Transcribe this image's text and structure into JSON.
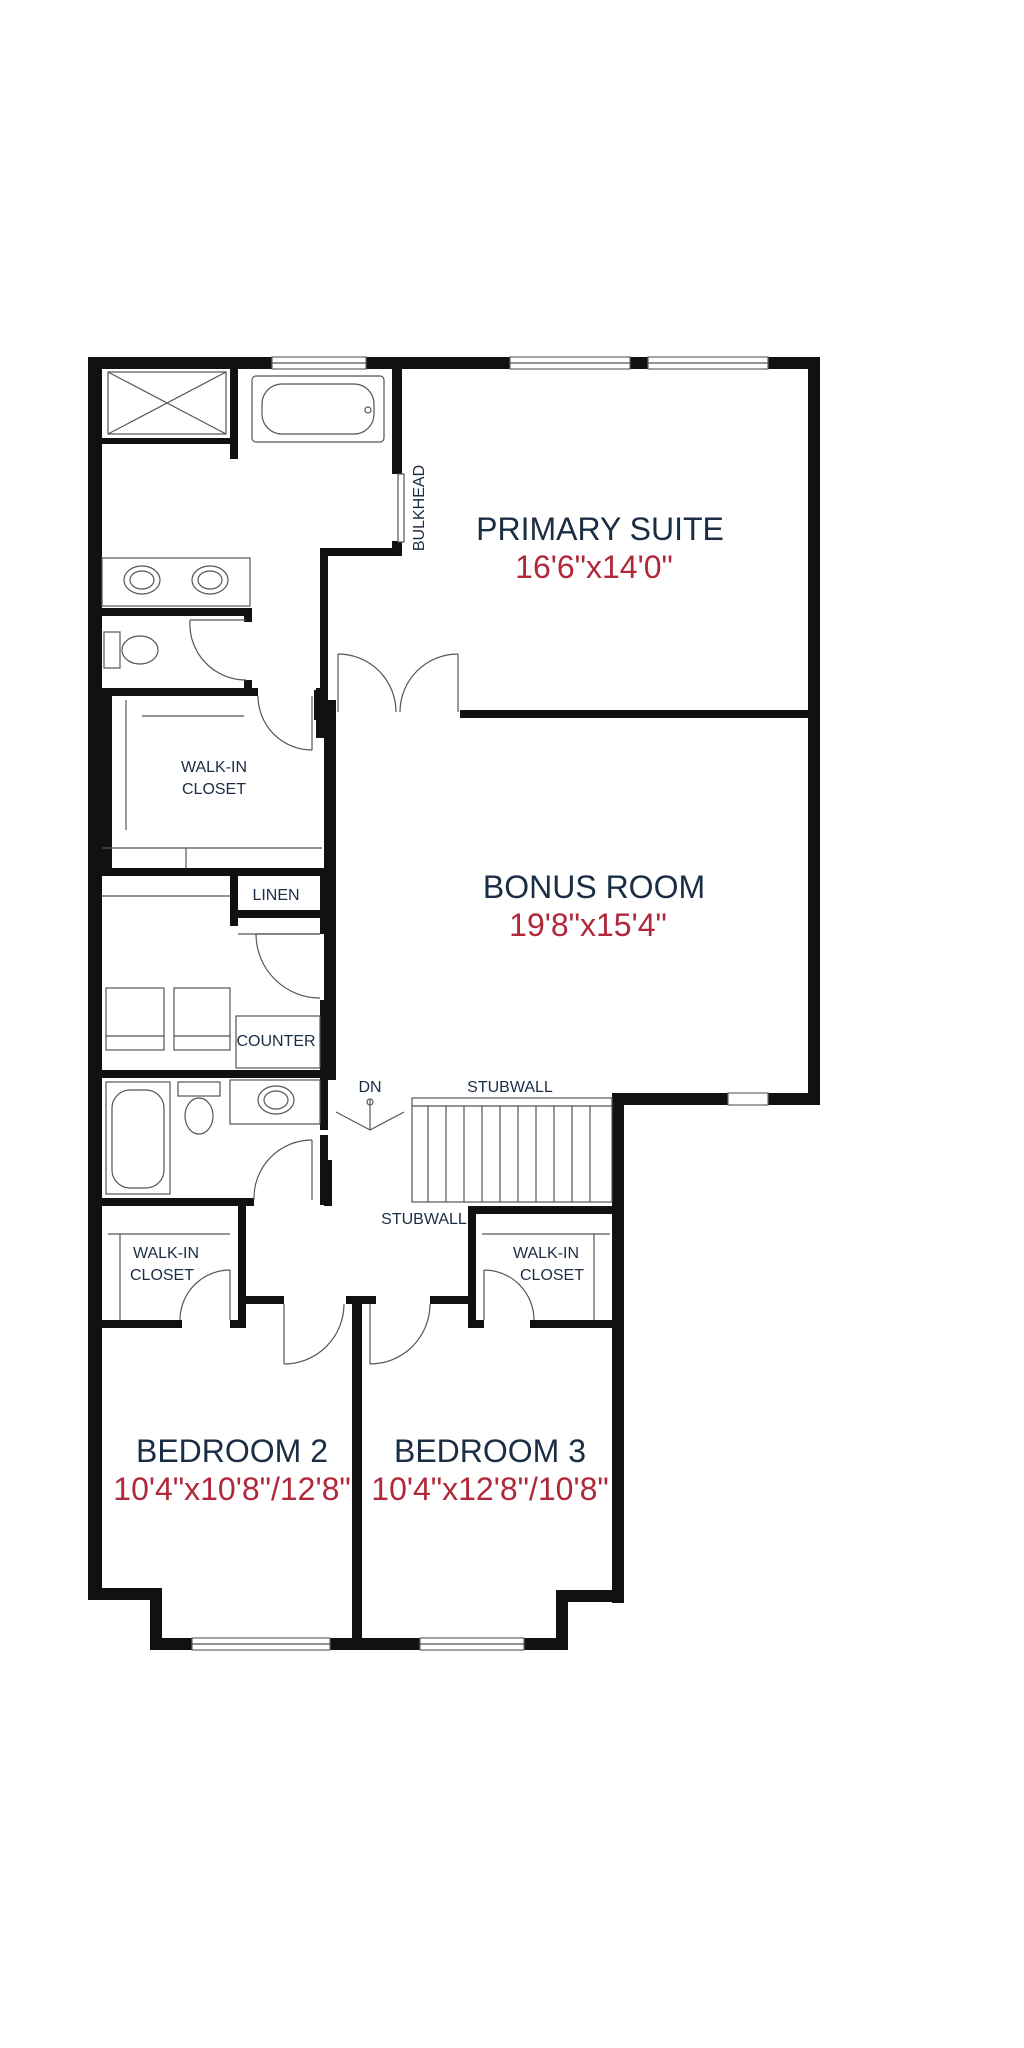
{
  "rooms": {
    "primary_suite": {
      "name": "PRIMARY SUITE",
      "dims": "16'6\"x14'0\""
    },
    "bonus_room": {
      "name": "BONUS ROOM",
      "dims": "19'8\"x15'4\""
    },
    "bedroom_2": {
      "name": "BEDROOM 2",
      "dims": "10'4\"x10'8\"/12'8\""
    },
    "bedroom_3": {
      "name": "BEDROOM 3",
      "dims": "10'4\"x12'8\"/10'8\""
    }
  },
  "labels": {
    "bulkhead": "BULKHEAD",
    "walk_in_closet_primary_l1": "WALK-IN",
    "walk_in_closet_primary_l2": "CLOSET",
    "linen": "LINEN",
    "counter": "COUNTER",
    "dn": "DN",
    "stubwall_top": "STUBWALL",
    "stubwall_bottom": "STUBWALL",
    "walk_in_closet_b2_l1": "WALK-IN",
    "walk_in_closet_b2_l2": "CLOSET",
    "walk_in_closet_b3_l1": "WALK-IN",
    "walk_in_closet_b3_l2": "CLOSET"
  },
  "colors": {
    "wall": "#111111",
    "room_name": "#1b2d44",
    "room_dims": "#b0283a"
  }
}
